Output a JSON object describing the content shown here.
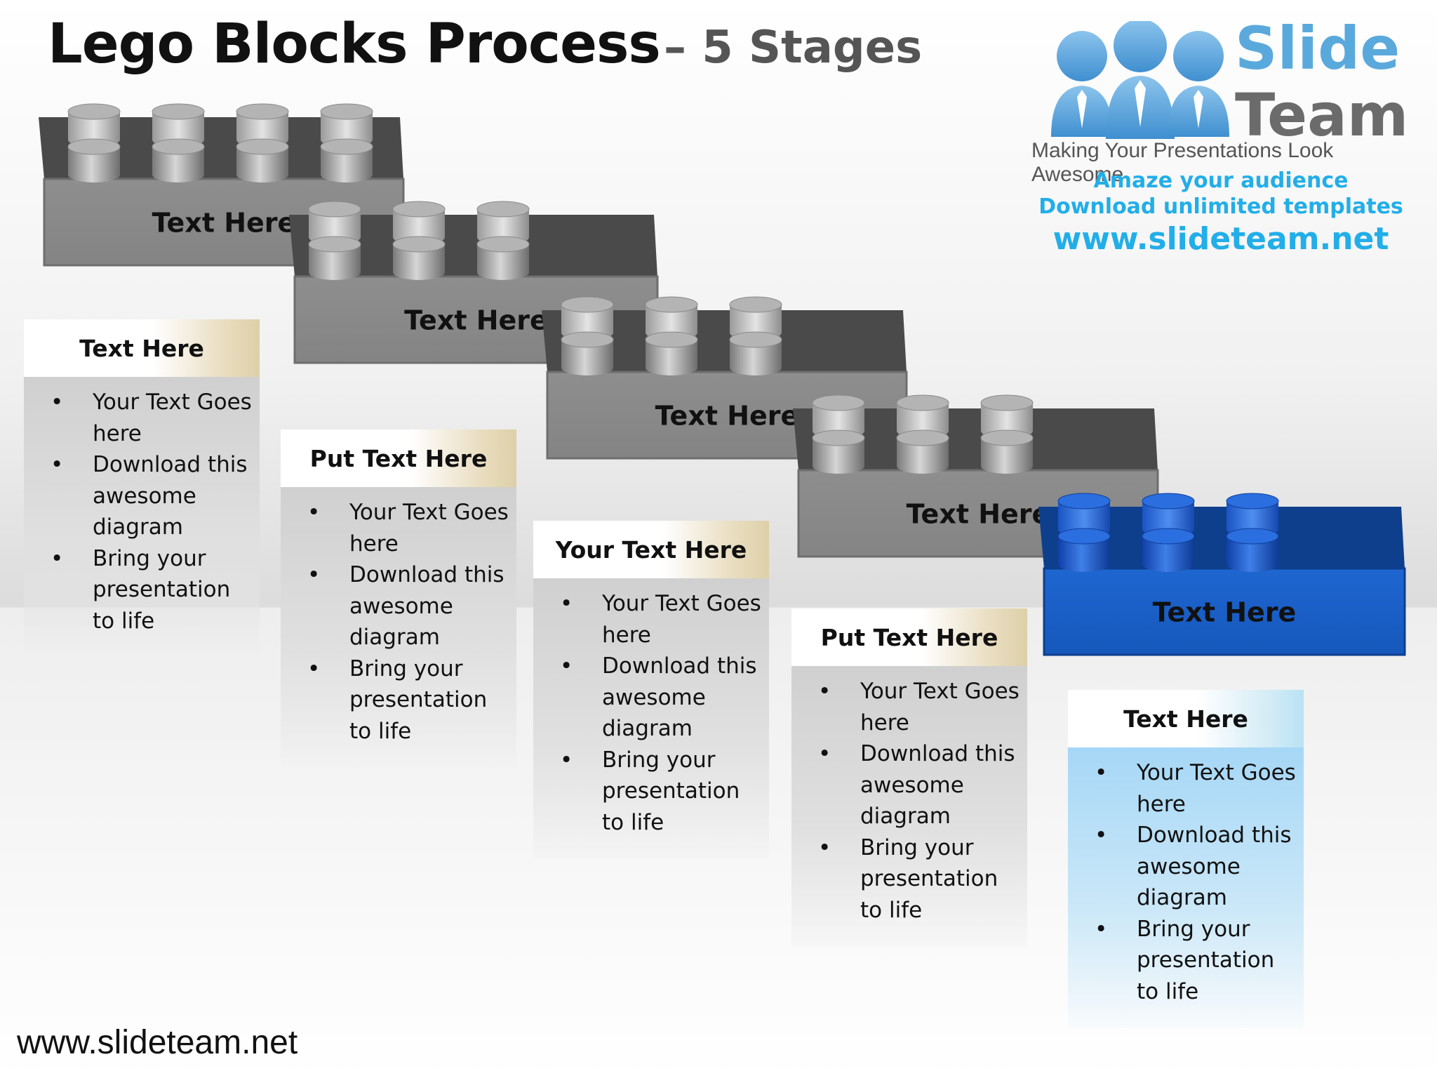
{
  "title": {
    "main": "Lego Blocks Process",
    "sub": "– 5 Stages"
  },
  "logo": {
    "name_top": "Slide",
    "name_bottom": "Team",
    "tagline": "Making Your Presentations Look Awesome",
    "line1": "Amaze your audience",
    "line2": "Download unlimited templates",
    "url": "www.slideteam.net",
    "colors": {
      "blue": "#5aa9dc",
      "gray": "#6b6b6b",
      "cyan": "#22aee8"
    }
  },
  "blocks": [
    {
      "label": "Text Here",
      "color": "gray"
    },
    {
      "label": "Text Here",
      "color": "gray"
    },
    {
      "label": "Text Here",
      "color": "gray"
    },
    {
      "label": "Text Here",
      "color": "gray"
    },
    {
      "label": "Text Here",
      "color": "blue"
    }
  ],
  "cards": [
    {
      "title": "Text Here",
      "items": [
        "Your Text Goes here",
        "Download this awesome diagram",
        "Bring your presentation to life"
      ]
    },
    {
      "title": "Put Text Here",
      "items": [
        "Your Text Goes here",
        "Download this awesome diagram",
        "Bring your presentation to life"
      ]
    },
    {
      "title": "Your Text Here",
      "items": [
        "Your Text Goes here",
        "Download this awesome diagram",
        "Bring your presentation to life"
      ]
    },
    {
      "title": "Put Text Here",
      "items": [
        "Your Text Goes here",
        "Download this awesome diagram",
        "Bring your presentation to life"
      ]
    },
    {
      "title": "Text Here",
      "items": [
        "Your Text Goes here",
        "Download this awesome diagram",
        "Bring your presentation to life"
      ]
    }
  ],
  "bullet_char": "•",
  "footer": "www.slideteam.net",
  "colors": {
    "block_gray_front": "#8a8a8a",
    "block_gray_top": "#4a4a4a",
    "block_blue_front": "#1a5fc4",
    "block_blue_top": "#0e3f8c"
  }
}
